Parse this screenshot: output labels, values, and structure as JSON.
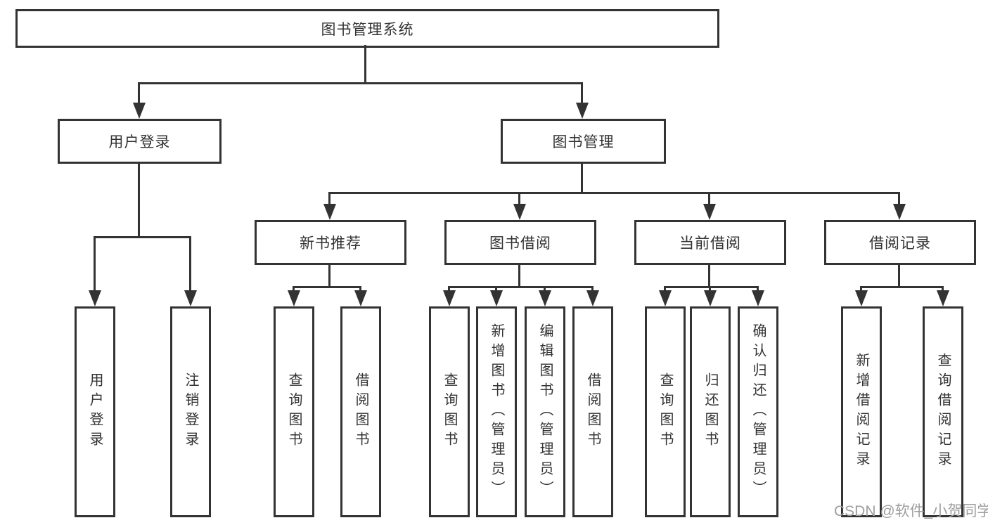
{
  "diagram": {
    "root": {
      "label": "图书管理系统"
    },
    "branches": [
      {
        "label": "用户登录",
        "children": [
          {
            "label": "用户登录"
          },
          {
            "label": "注销登录"
          }
        ]
      },
      {
        "label": "图书管理",
        "children": [
          {
            "label": "新书推荐",
            "children": [
              {
                "label": "查询图书"
              },
              {
                "label": "借阅图书"
              }
            ]
          },
          {
            "label": "图书借阅",
            "children": [
              {
                "label": "查询图书"
              },
              {
                "label": "新增图书（管理员）"
              },
              {
                "label": "编辑图书（管理员）"
              },
              {
                "label": "借阅图书"
              }
            ]
          },
          {
            "label": "当前借阅",
            "children": [
              {
                "label": "查询图书"
              },
              {
                "label": "归还图书"
              },
              {
                "label": "确认归还（管理员）"
              }
            ]
          },
          {
            "label": "借阅记录",
            "children": [
              {
                "label": "新增借阅记录"
              },
              {
                "label": "查询借阅记录"
              }
            ]
          }
        ]
      }
    ],
    "watermark": "CSDN @软件_小贺同学",
    "colors": {
      "line": "#333333",
      "text": "#333333",
      "watermark": "#9e9e9e",
      "background": "#ffffff"
    }
  }
}
